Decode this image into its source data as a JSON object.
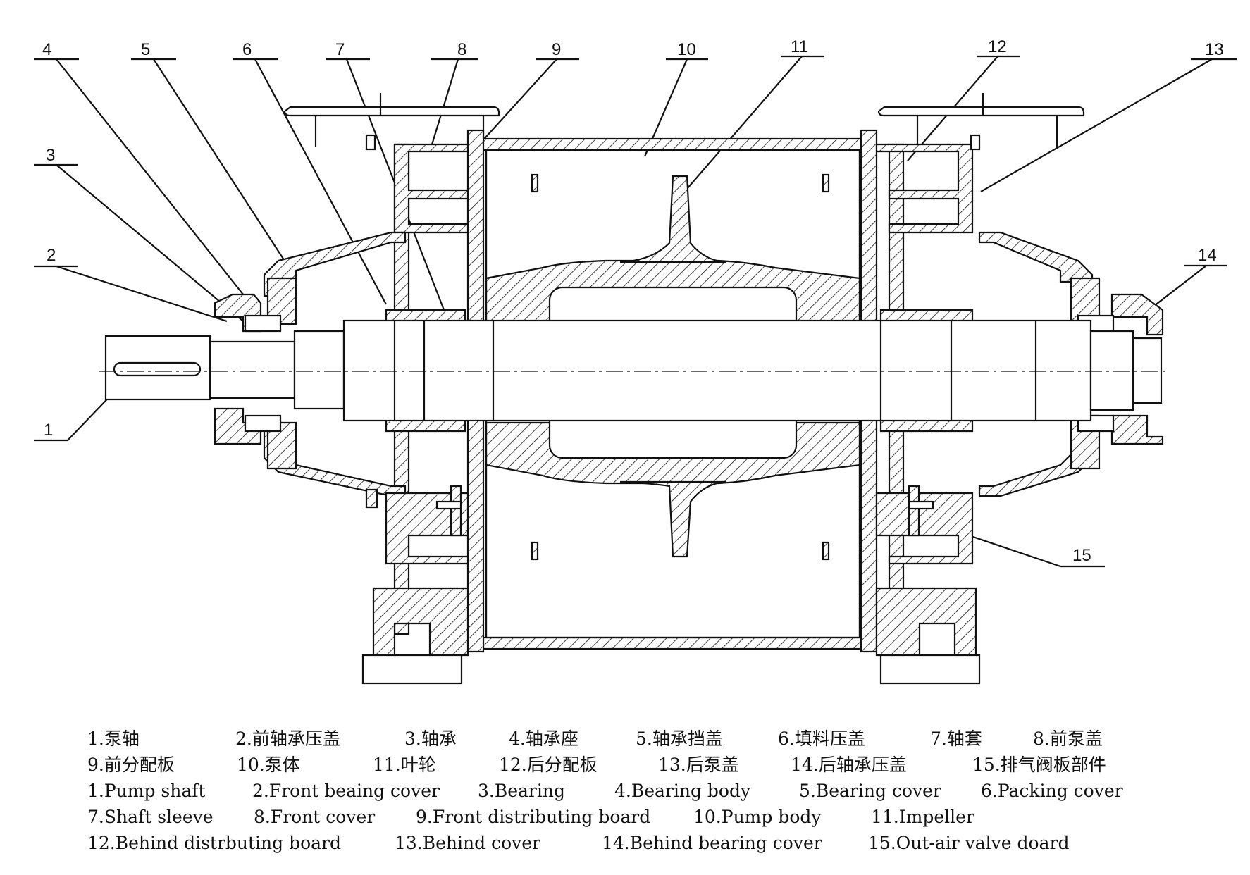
{
  "callouts": [
    "4",
    "5",
    "6",
    "7",
    "8",
    "9",
    "10",
    "11",
    "12",
    "13",
    "3",
    "2",
    "14",
    "1",
    "15"
  ],
  "legend": {
    "cn": [
      [
        "1.泵轴",
        "2.前轴承压盖",
        "3.轴承",
        "4.轴承座",
        "5.轴承挡盖",
        "6.填料压盖",
        "7.轴套",
        "8.前泵盖"
      ],
      [
        "9.前分配板",
        "10.泵体",
        "11.叶轮",
        "12.后分配板",
        "13.后泵盖",
        "14.后轴承压盖",
        "15.排气阀板部件"
      ]
    ],
    "en": [
      [
        "1.Pump shaft",
        "2.Front beaing cover",
        "3.Bearing",
        "4.Bearing body",
        "5.Bearing cover",
        "6.Packing cover"
      ],
      [
        "7.Shaft sleeve",
        "8.Front cover",
        "9.Front distributing board",
        "10.Pump body",
        "11.Impeller"
      ],
      [
        "12.Behind distrbuting board",
        "13.Behind cover",
        "14.Behind bearing cover",
        "15.Out-air valve doard"
      ]
    ]
  }
}
